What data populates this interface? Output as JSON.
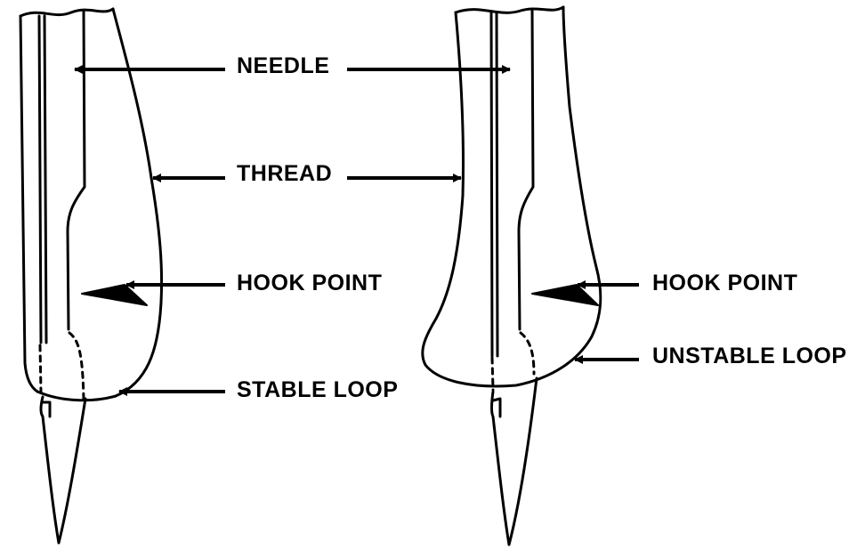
{
  "labels": {
    "needle": "NEEDLE",
    "thread": "THREAD",
    "hook_point_left": "HOOK POINT",
    "hook_point_right": "HOOK POINT",
    "stable_loop": "STABLE LOOP",
    "unstable_loop": "UNSTABLE LOOP"
  },
  "colors": {
    "line": "#000000",
    "background": "#ffffff"
  }
}
